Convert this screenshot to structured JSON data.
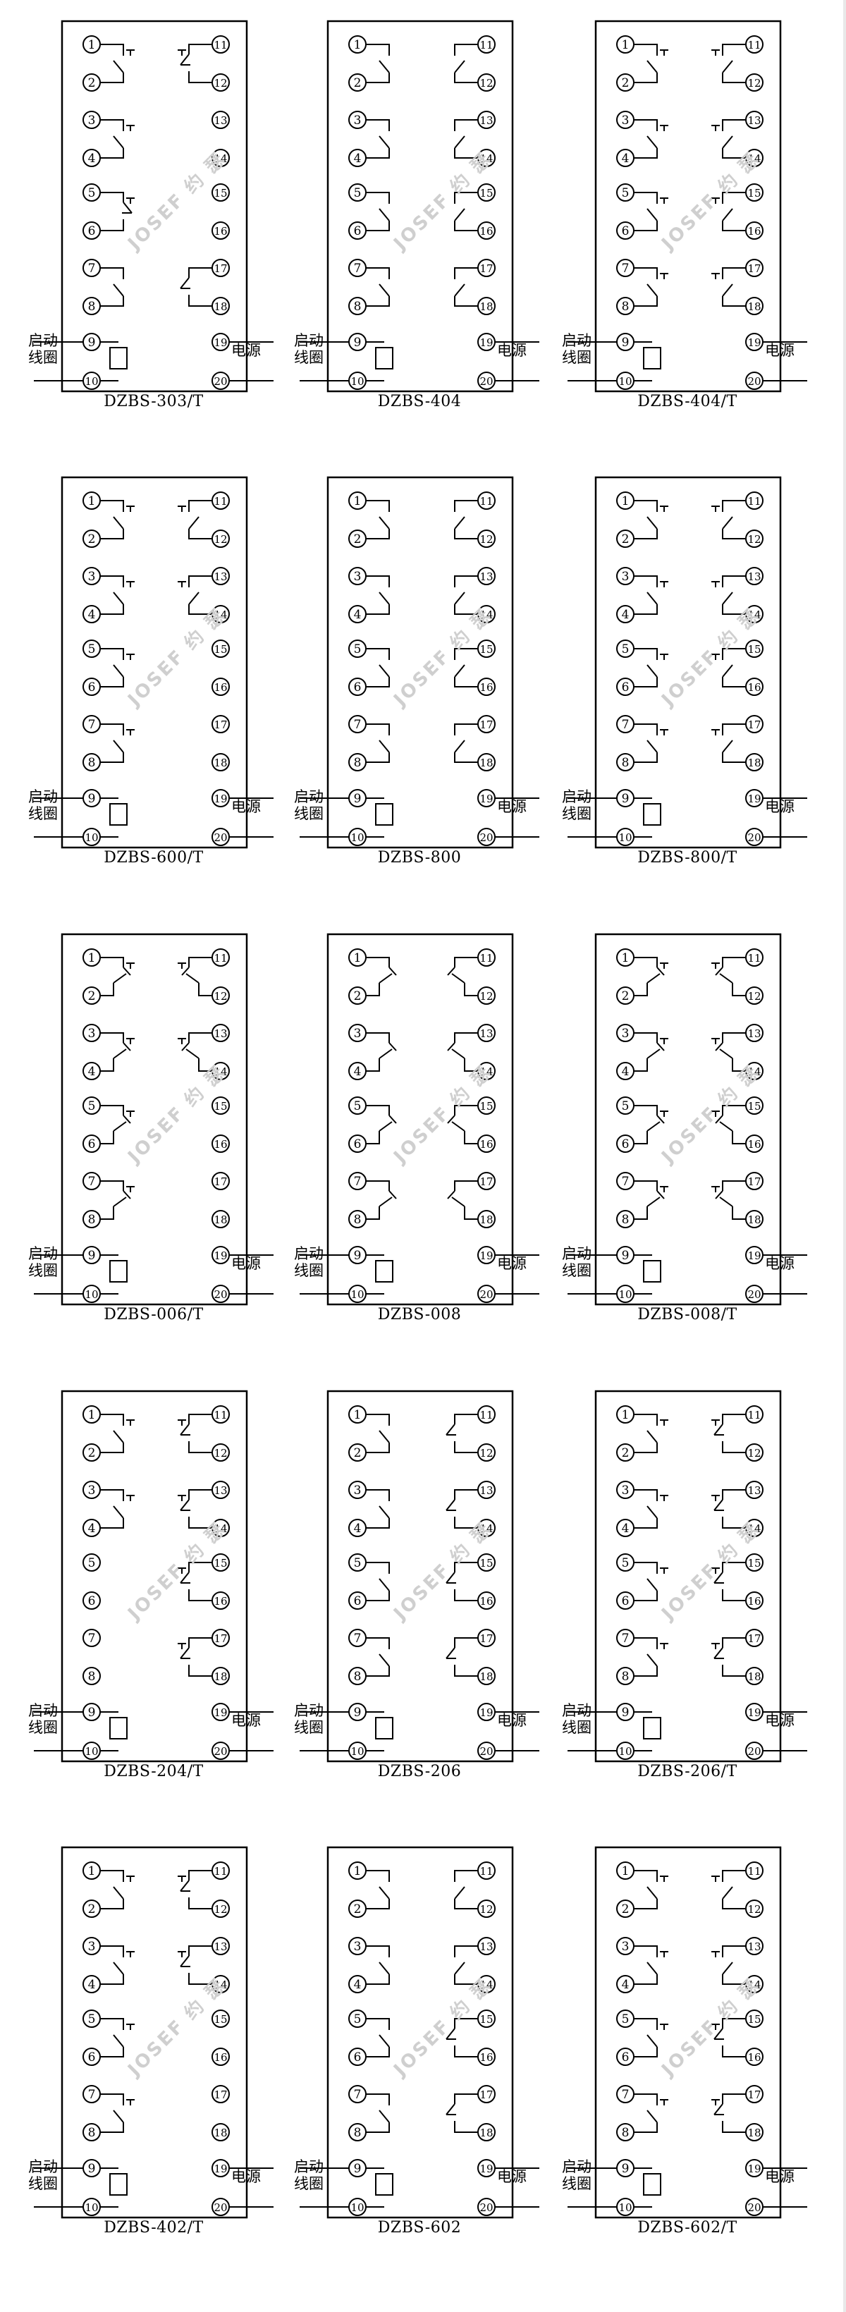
{
  "watermark": "JOSEF 约 瑟",
  "labels": {
    "coil": "启动线圈",
    "power": "电源"
  },
  "diagrams": [
    {
      "model": "DZBS-303/T",
      "layout": [
        "NO_T",
        "NC_T",
        "NO_T",
        null,
        "NC_T",
        null,
        "NO",
        "NC"
      ]
    },
    {
      "model": "DZBS-404",
      "layout": [
        "NO",
        "NO",
        "NO",
        "NO",
        "NO",
        "NO",
        "NO",
        "NO"
      ]
    },
    {
      "model": "DZBS-404/T",
      "layout": [
        "NO_T",
        "NO_T",
        "NO_T",
        "NO_T",
        "NO_T",
        "NO_T",
        "NO_T",
        "NO_T"
      ]
    },
    {
      "model": "DZBS-600/T",
      "layout": [
        "NO_T",
        "NO_T",
        "NO_T",
        "NO_T",
        "NO_T",
        null,
        "NO_T",
        null
      ]
    },
    {
      "model": "DZBS-800",
      "layout": [
        "NO",
        "NO",
        "NO",
        "NO",
        "NO",
        "NO",
        "NO",
        "NO"
      ]
    },
    {
      "model": "DZBS-800/T",
      "layout": [
        "NO_T",
        "NO_T",
        "NO_T",
        "NO_T",
        "NO_T",
        "NO_T",
        "NO_T",
        "NO_T"
      ]
    },
    {
      "model": "DZBS-006/T",
      "layout": [
        "CO_T",
        "CO_T",
        "CO_T",
        "CO_T",
        "CO_T",
        null,
        "CO_T",
        null
      ]
    },
    {
      "model": "DZBS-008",
      "layout": [
        "CO",
        "CO",
        "CO",
        "CO",
        "CO",
        "CO",
        "CO",
        "CO"
      ]
    },
    {
      "model": "DZBS-008/T",
      "layout": [
        "CO_T",
        "CO_T",
        "CO_T",
        "CO_T",
        "CO_T",
        "CO_T",
        "CO_T",
        "CO_T"
      ]
    },
    {
      "model": "DZBS-204/T",
      "layout": [
        "NO_T",
        "NC_T",
        "NO_T",
        "NC_T",
        null,
        "NC_T",
        null,
        "NC_T"
      ]
    },
    {
      "model": "DZBS-206",
      "layout": [
        "NO",
        "NC",
        "NO",
        "NC",
        "NO",
        "NC",
        "NO",
        "NC"
      ]
    },
    {
      "model": "DZBS-206/T",
      "layout": [
        "NO_T",
        "NC_T",
        "NO_T",
        "NC_T",
        "NO_T",
        "NC_T",
        "NO_T",
        "NC_T"
      ]
    },
    {
      "model": "DZBS-402/T",
      "layout": [
        "NO_T",
        "NC_T",
        "NO_T",
        "NC_T",
        "NO_T",
        null,
        "NO_T",
        null
      ]
    },
    {
      "model": "DZBS-602",
      "layout": [
        "NO",
        "NO",
        "NO",
        "NO",
        "NO",
        "NC",
        "NO",
        "NC"
      ]
    },
    {
      "model": "DZBS-602/T",
      "layout": [
        "NO_T",
        "NO_T",
        "NO_T",
        "NO_T",
        "NO_T",
        "NC_T",
        "NO_T",
        "NC_T"
      ]
    }
  ]
}
